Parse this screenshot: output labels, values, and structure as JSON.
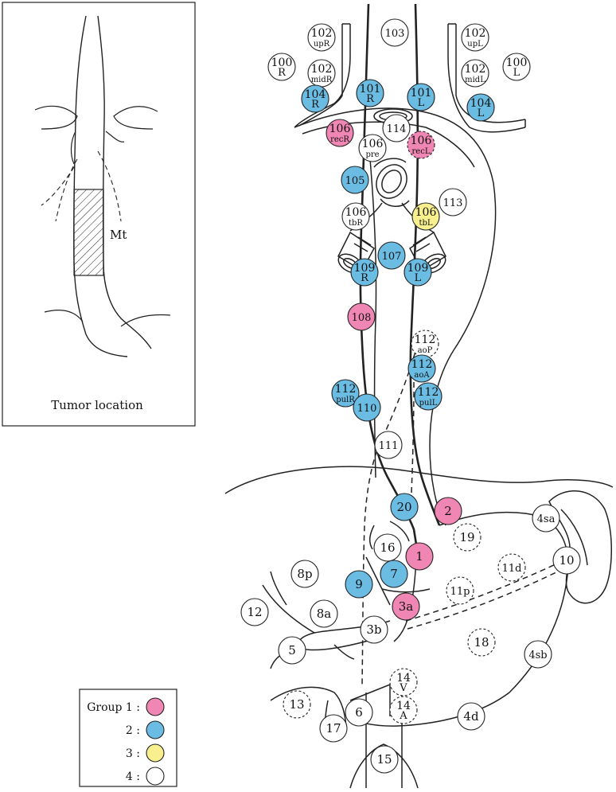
{
  "inset": {
    "tumor_label": "Mt",
    "caption": "Tumor location"
  },
  "legend": [
    {
      "label": "Group 1 :",
      "color": "#ef86b4"
    },
    {
      "label": "2 :",
      "color": "#6bbce3"
    },
    {
      "label": "3 :",
      "color": "#f8ef8e"
    },
    {
      "label": "4 :",
      "color": "#ffffff"
    }
  ],
  "colors": {
    "group1": "#ef86b4",
    "group2": "#6bbce3",
    "group3": "#f8ef8e",
    "group4": "#ffffff"
  },
  "nodes": [
    {
      "id": "103",
      "l1": "103",
      "l2": "",
      "group": 4
    },
    {
      "id": "102upR",
      "l1": "102",
      "l2": "upR",
      "group": 4
    },
    {
      "id": "102upL",
      "l1": "102",
      "l2": "upL",
      "group": 4
    },
    {
      "id": "100R",
      "l1": "100",
      "l2": "R",
      "group": 4
    },
    {
      "id": "102midR",
      "l1": "102",
      "l2": "midR",
      "group": 4
    },
    {
      "id": "102midL",
      "l1": "102",
      "l2": "midL",
      "group": 4
    },
    {
      "id": "100L",
      "l1": "100",
      "l2": "L",
      "group": 4
    },
    {
      "id": "104R",
      "l1": "104",
      "l2": "R",
      "group": 2
    },
    {
      "id": "101R",
      "l1": "101",
      "l2": "R",
      "group": 2
    },
    {
      "id": "101L",
      "l1": "101",
      "l2": "L",
      "group": 2
    },
    {
      "id": "104L",
      "l1": "104",
      "l2": "L",
      "group": 2
    },
    {
      "id": "106recR",
      "l1": "106",
      "l2": "recR",
      "group": 1
    },
    {
      "id": "114",
      "l1": "114",
      "l2": "",
      "group": 4
    },
    {
      "id": "106recL",
      "l1": "106",
      "l2": "recL",
      "group": 1,
      "dashed": true
    },
    {
      "id": "106pre",
      "l1": "106",
      "l2": "pre",
      "group": 4
    },
    {
      "id": "105",
      "l1": "105",
      "l2": "",
      "group": 2
    },
    {
      "id": "113",
      "l1": "113",
      "l2": "",
      "group": 4
    },
    {
      "id": "106tbR",
      "l1": "106",
      "l2": "tbR",
      "group": 4
    },
    {
      "id": "106tbL",
      "l1": "106",
      "l2": "tbL",
      "group": 3
    },
    {
      "id": "107",
      "l1": "107",
      "l2": "",
      "group": 2
    },
    {
      "id": "109R",
      "l1": "109",
      "l2": "R",
      "group": 2
    },
    {
      "id": "109L",
      "l1": "109",
      "l2": "L",
      "group": 2
    },
    {
      "id": "108",
      "l1": "108",
      "l2": "",
      "group": 1
    },
    {
      "id": "112aoP",
      "l1": "112",
      "l2": "aoP",
      "group": 4,
      "dashed": true
    },
    {
      "id": "112aoA",
      "l1": "112",
      "l2": "aoA",
      "group": 2
    },
    {
      "id": "112pulR",
      "l1": "112",
      "l2": "pulR",
      "group": 2
    },
    {
      "id": "110",
      "l1": "110",
      "l2": "",
      "group": 2
    },
    {
      "id": "112pulL",
      "l1": "112",
      "l2": "pulL",
      "group": 2
    },
    {
      "id": "111",
      "l1": "111",
      "l2": "",
      "group": 4
    },
    {
      "id": "20",
      "l1": "20",
      "l2": "",
      "group": 2
    },
    {
      "id": "2",
      "l1": "2",
      "l2": "",
      "group": 1
    },
    {
      "id": "19",
      "l1": "19",
      "l2": "",
      "group": 4,
      "dashed": true
    },
    {
      "id": "4sa",
      "l1": "4sa",
      "l2": "",
      "group": 4
    },
    {
      "id": "16",
      "l1": "16",
      "l2": "",
      "group": 4
    },
    {
      "id": "1",
      "l1": "1",
      "l2": "",
      "group": 1
    },
    {
      "id": "11d",
      "l1": "11d",
      "l2": "",
      "group": 4,
      "dashed": true
    },
    {
      "id": "10",
      "l1": "10",
      "l2": "",
      "group": 4
    },
    {
      "id": "8p",
      "l1": "8p",
      "l2": "",
      "group": 4
    },
    {
      "id": "9",
      "l1": "9",
      "l2": "",
      "group": 2
    },
    {
      "id": "7",
      "l1": "7",
      "l2": "",
      "group": 2
    },
    {
      "id": "11p",
      "l1": "11p",
      "l2": "",
      "group": 4,
      "dashed": true
    },
    {
      "id": "12",
      "l1": "12",
      "l2": "",
      "group": 4
    },
    {
      "id": "8a",
      "l1": "8a",
      "l2": "",
      "group": 4
    },
    {
      "id": "3a",
      "l1": "3a",
      "l2": "",
      "group": 1
    },
    {
      "id": "3b",
      "l1": "3b",
      "l2": "",
      "group": 4
    },
    {
      "id": "18",
      "l1": "18",
      "l2": "",
      "group": 4,
      "dashed": true
    },
    {
      "id": "5",
      "l1": "5",
      "l2": "",
      "group": 4
    },
    {
      "id": "4sb",
      "l1": "4sb",
      "l2": "",
      "group": 4
    },
    {
      "id": "14V",
      "l1": "14",
      "l2": "V",
      "group": 4,
      "dashed": true
    },
    {
      "id": "13",
      "l1": "13",
      "l2": "",
      "group": 4,
      "dashed": true
    },
    {
      "id": "6",
      "l1": "6",
      "l2": "",
      "group": 4
    },
    {
      "id": "14A",
      "l1": "14",
      "l2": "A",
      "group": 4,
      "dashed": true
    },
    {
      "id": "4d",
      "l1": "4d",
      "l2": "",
      "group": 4
    },
    {
      "id": "17",
      "l1": "17",
      "l2": "",
      "group": 4
    },
    {
      "id": "15",
      "l1": "15",
      "l2": "",
      "group": 4
    }
  ]
}
